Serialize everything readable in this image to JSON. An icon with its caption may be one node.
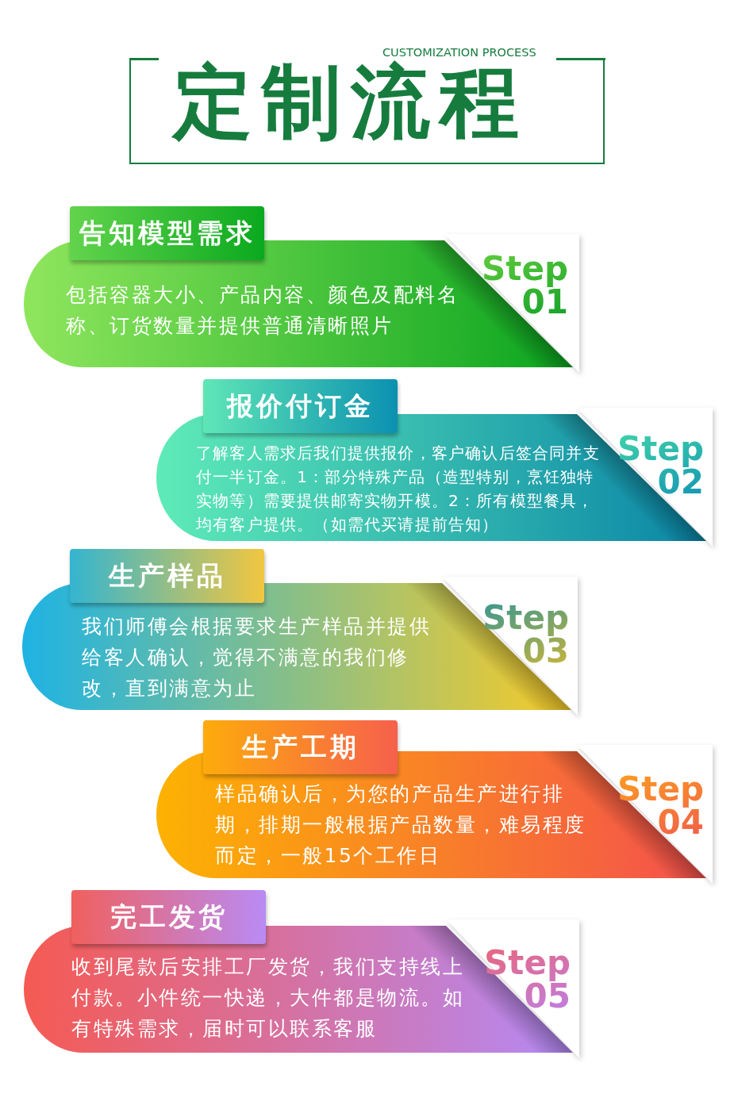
{
  "diagram": {
    "title": "定制流程",
    "nodes": [
      {
        "text": [
          "告知模型需求",
          "包括容器大小、产品内容、颜色及配料名称、订货数量并提供普通清晰照片",
          "Step 01"
        ]
      },
      {
        "text": [
          "报价付订金",
          "了解客人需求后我们提供报价，客户确认后签合同并支付一半订金。1：部分特殊产品（造型特别，烹饪独特实物等）需要提供邮寄实物开模。2：所有模型餐具，均有客户提供。（如需代买请提前告知）",
          "Step 02"
        ]
      },
      {
        "text": [
          "生产样品",
          "我们师傅会根据要求生产样品并提供给客人确认，觉得不满意的我们修改，直到满意为止",
          "Step 03"
        ]
      },
      {
        "text": [
          "生产工期",
          "样品确认后，为您的产品生产进行排期，排期一般根据产品数量，难易程度而定，一般15个工作日",
          "Step 04"
        ]
      },
      {
        "text": [
          "完工发货",
          "收到尾款后安排工厂发货，我们支持线上付款。小件统一快递，大件都是物流。如有特殊需求，届时可以联系客服",
          "Step 05"
        ]
      }
    ],
    "labels": [
      "CUSTOMIZATION PROCESS"
    ]
  }
}
